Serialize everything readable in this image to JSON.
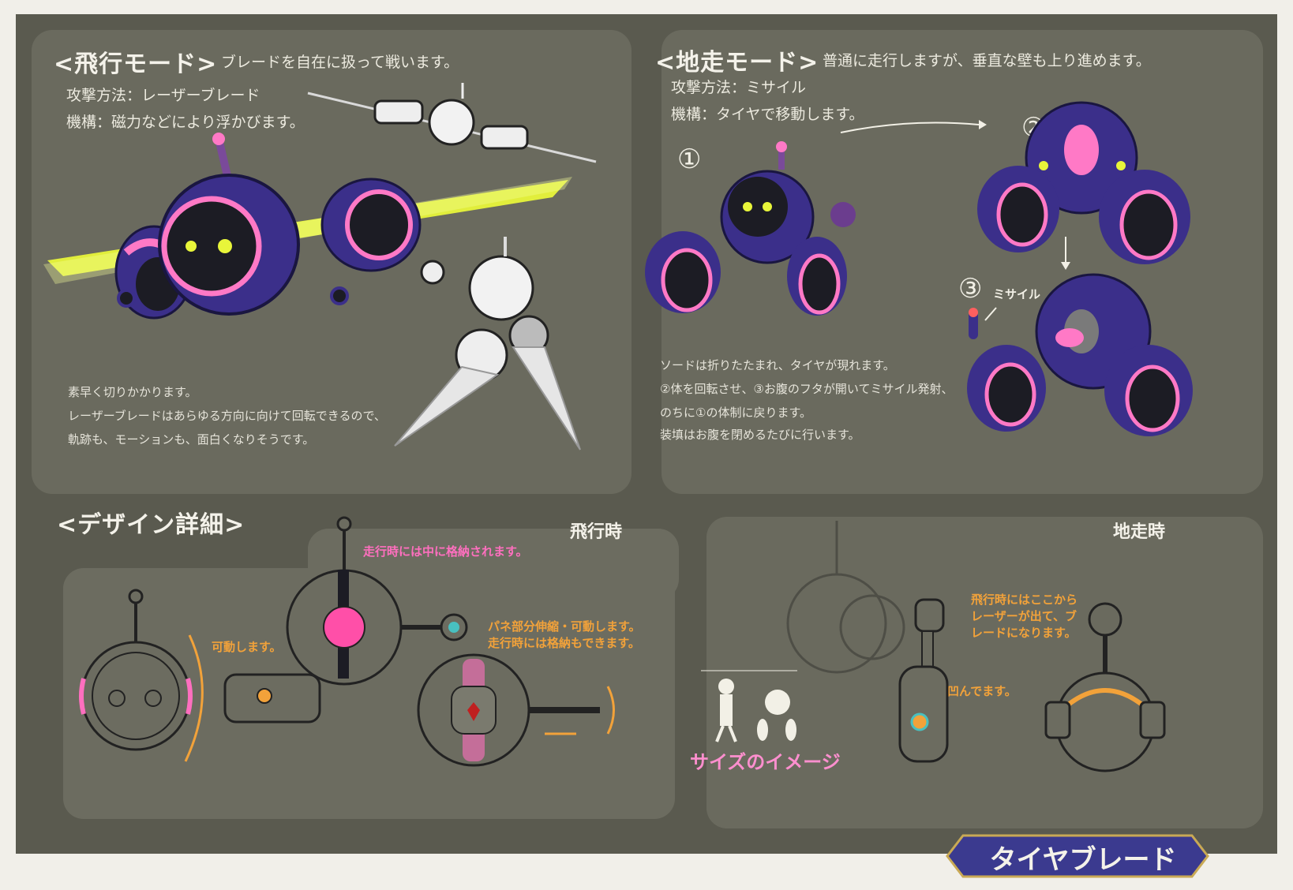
{
  "flight": {
    "title": "<飛行モード>",
    "subtitle": "ブレードを自在に扱って戦います。",
    "attack": "攻撃方法：レーザーブレード",
    "mechanism": "機構：磁力などにより浮かびます。",
    "notes": [
      "素早く切りかかります。",
      "レーザーブレードはあらゆる方向に向けて回転できるので、",
      "軌跡も、モーションも、面白くなりそうです。"
    ]
  },
  "ground": {
    "title": "<地走モード>",
    "subtitle": "普通に走行しますが、垂直な壁も上り進めます。",
    "attack": "攻撃方法：ミサイル",
    "mechanism": "機構：タイヤで移動します。",
    "step1": "①",
    "step2": "②",
    "step3": "③",
    "missile_label": "ミサイル",
    "notes": [
      "ソードは折りたたまれ、タイヤが現れます。",
      "②体を回転させ、③お腹のフタが開いてミサイル発射、",
      "のちに①の体制に戻ります。",
      "装填はお腹を閉めるたびに行います。"
    ]
  },
  "design": {
    "title": "<デザイン詳細>",
    "flight_label": "飛行時",
    "ground_label": "地走時",
    "note_stored": "走行時には中に格納されます。",
    "note_movable": "可動します。",
    "note_panel": "パネ部分伸縮・可動します。走行時には格納もできます。",
    "note_laser": "飛行時にはここからレーザーが出て、ブレードになります。",
    "note_dent": "凹んでます。",
    "size_caption": "サイズのイメージ"
  },
  "banner": {
    "name": "タイヤブレード"
  },
  "colors": {
    "sheet": "#5a5a4f",
    "panel": "#6a6a5e",
    "body_purple": "#3b2f8a",
    "accent_pink": "#ff6fbf",
    "laser_yellow": "#e8f53a",
    "note_orange": "#f2a23a"
  }
}
